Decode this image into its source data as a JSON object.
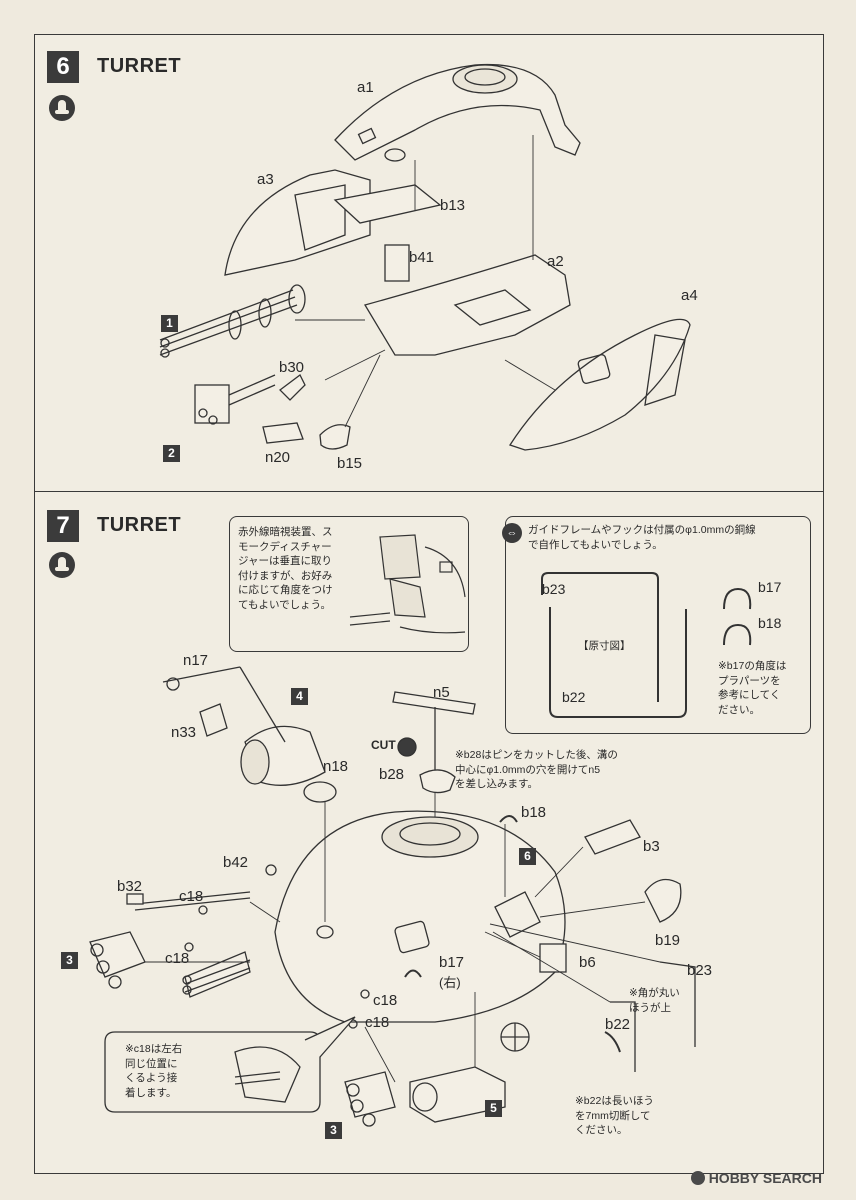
{
  "step6": {
    "number": "6",
    "title": "TURRET",
    "labels": {
      "a1": "a1",
      "a2": "a2",
      "a3": "a3",
      "a4": "a4",
      "b13": "b13",
      "b41": "b41",
      "b30": "b30",
      "b15": "b15",
      "n20": "n20"
    },
    "sub1": "1",
    "sub2": "2"
  },
  "step7": {
    "number": "7",
    "title": "TURRET",
    "note_left": {
      "line1": "赤外線暗視装置、ス",
      "line2": "モークディスチャー",
      "line3": "ジャーは垂直に取り",
      "line4": "付けますが、お好み",
      "line5": "に応じて角度をつけ",
      "line6": "てもよいでしょう。"
    },
    "note_right": {
      "line1": "ガイドフレームやフックは付属のφ1.0mmの銅線",
      "line2": "で自作してもよいでしょう。",
      "b23": "b23",
      "b22": "b22",
      "gensun": "【原寸図】",
      "b17": "b17",
      "b18": "b18",
      "tip1": "※b17の角度は",
      "tip2": "プラパーツを",
      "tip3": "参考にしてく",
      "tip4": "ださい。"
    },
    "cut_label": "CUT",
    "b28_note1": "※b28はピンをカットした後、溝の",
    "b28_note2": "中心にφ1.0mmの穴を開けてn5",
    "b28_note3": "を差し込みます。",
    "labels": {
      "n17": "n17",
      "n33": "n33",
      "n18": "n18",
      "n5": "n5",
      "b28": "b28",
      "b18": "b18",
      "b3": "b3",
      "b42": "b42",
      "b32": "b32",
      "c18a": "c18",
      "c18b": "c18",
      "c18c": "c18",
      "c18d": "c18",
      "b17r": "b17",
      "migi": "(右)",
      "b19": "b19",
      "b6": "b6",
      "b23": "b23",
      "b22": "b22"
    },
    "corner_note1": "※角が丸い",
    "corner_note2": "ほうが上",
    "b22_note1": "※b22は長いほう",
    "b22_note2": "を7mm切断して",
    "b22_note3": "ください。",
    "c18_note1": "※c18は左右",
    "c18_note2": "同じ位置に",
    "c18_note3": "くるよう接",
    "c18_note4": "着します。",
    "subs": {
      "s3a": "3",
      "s3b": "3",
      "s4": "4",
      "s5": "5",
      "s6": "6"
    }
  },
  "footer": {
    "text": "HOBBY SEARCH"
  }
}
